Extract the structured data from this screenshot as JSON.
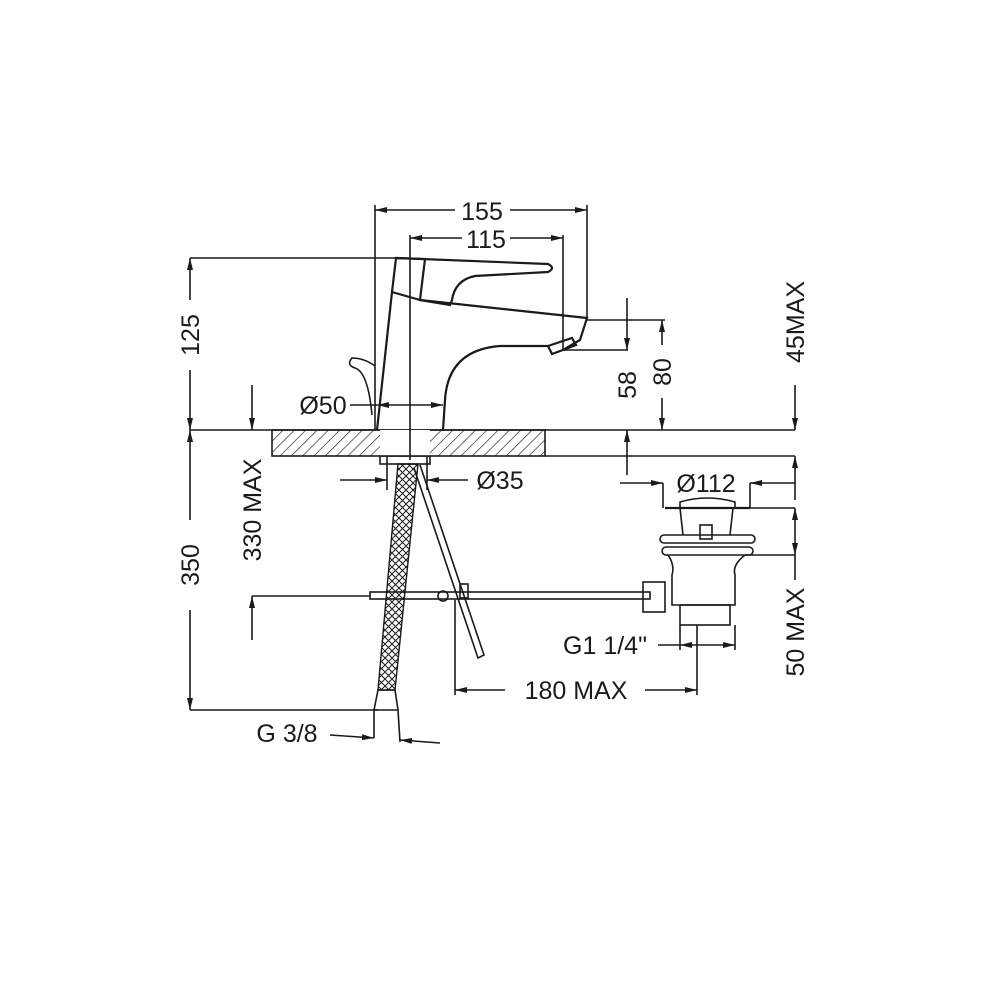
{
  "drawing": {
    "title": "Basin mixer dimension drawing",
    "dimensions": {
      "width_total": "155",
      "spout_reach": "115",
      "height_total": "125",
      "base_diameter": "Ø50",
      "hole_diameter": "Ø35",
      "under_counter": "350",
      "max_thickness": "330 MAX",
      "spout_height": "58",
      "spout_clearance": "80",
      "counter_max": "45MAX",
      "drain_diameter": "Ø112",
      "drain_thread": "G1 1/4\"",
      "rod_length": "180 MAX",
      "drain_height": "50 MAX",
      "hose_thread": "G 3/8"
    }
  }
}
